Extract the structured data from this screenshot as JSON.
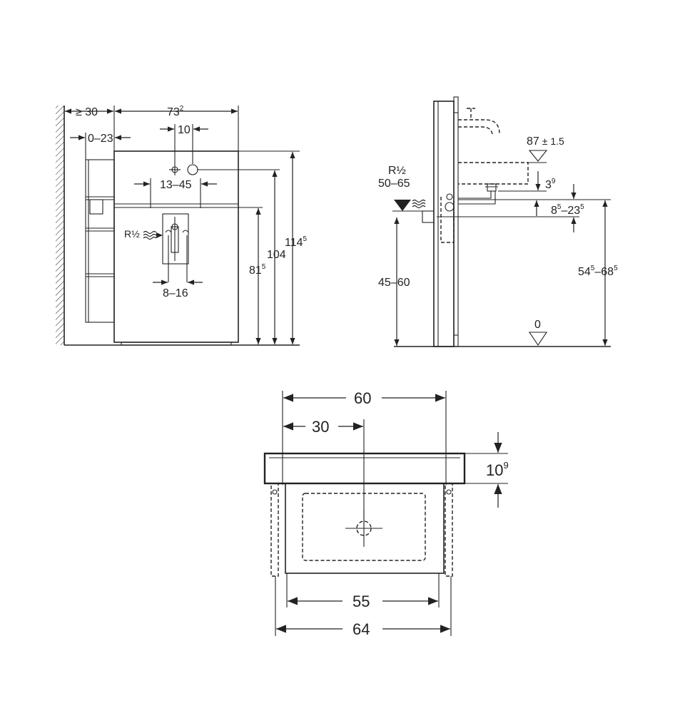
{
  "front_view": {
    "wall_gap": {
      "main": "≥ 30"
    },
    "width": {
      "main": "73",
      "sup": "2"
    },
    "offset": {
      "main": "0–23"
    },
    "hole_dia": {
      "main": "10"
    },
    "hole_spacing": {
      "main": "13–45"
    },
    "supply_label": {
      "main": "R½"
    },
    "supply_spacing": {
      "main": "8–16"
    },
    "height_total": {
      "main": "114",
      "sup": "5"
    },
    "height_104": {
      "main": "104"
    },
    "height_81": {
      "main": "81",
      "sup": "5"
    }
  },
  "side_view": {
    "level_87": {
      "main": "87",
      "tol": "± 1.5"
    },
    "supply_label": {
      "main": "R½"
    },
    "supply_range": {
      "main": "50–65"
    },
    "dim_39": {
      "main": "3",
      "sup": "9"
    },
    "dim_85_235": {
      "a": "8",
      "a_sup": "5",
      "sep": "–",
      "b": "23",
      "b_sup": "5"
    },
    "dim_45_60": {
      "main": "45–60"
    },
    "dim_545_685": {
      "a": "54",
      "a_sup": "5",
      "sep": "–",
      "b": "68",
      "b_sup": "5"
    },
    "level_0": {
      "main": "0"
    }
  },
  "top_view": {
    "width_60": {
      "main": "60"
    },
    "half_30": {
      "main": "30"
    },
    "rim_109": {
      "main": "10",
      "sup": "9"
    },
    "inner_55": {
      "main": "55"
    },
    "outer_64": {
      "main": "64"
    }
  }
}
